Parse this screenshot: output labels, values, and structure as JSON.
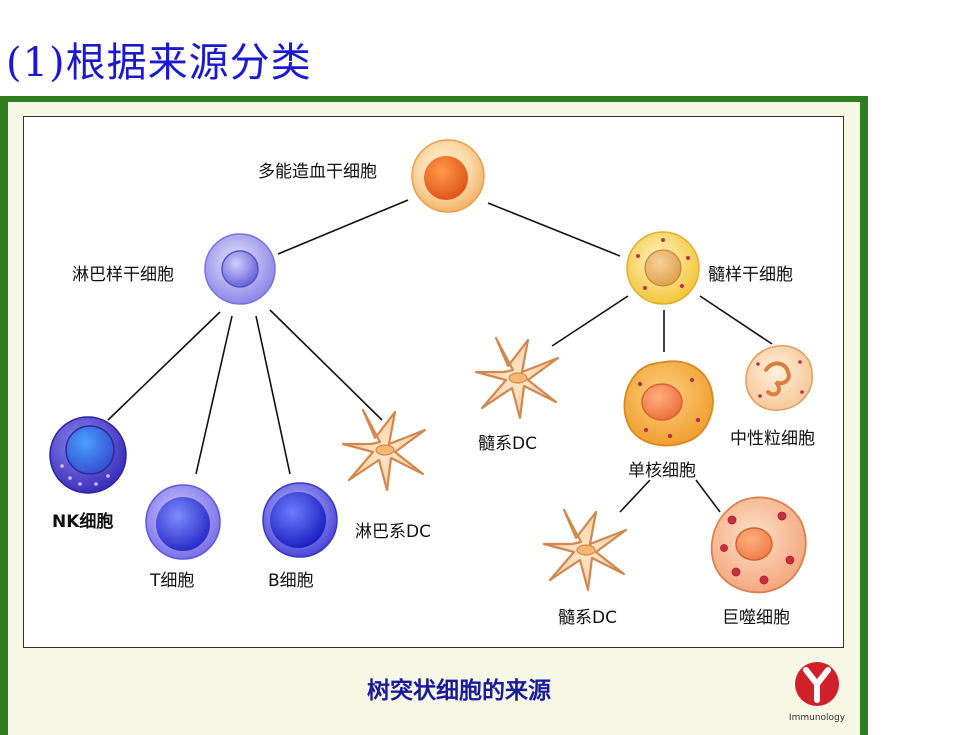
{
  "heading": "(1)根据来源分类",
  "caption": "树突状细胞的来源",
  "logo_text": "Immunology",
  "nodes": {
    "hsc": "多能造血干细胞",
    "lymphoid_stem": "淋巴样干细胞",
    "myeloid_stem": "髓样干细胞",
    "nk": "NK细胞",
    "t": "T细胞",
    "b": "B细胞",
    "lymphoid_dc": "淋巴系DC",
    "myeloid_dc_1": "髓系DC",
    "monocyte": "单核细胞",
    "neutrophil": "中性粒细胞",
    "myeloid_dc_2": "髓系DC",
    "macrophage": "巨噬细胞"
  },
  "colors": {
    "heading": "#1a1acc",
    "frame": "#2f7d1f",
    "caption": "#1a1a9a",
    "hsc": "#f08a3c",
    "lymphoid": "#5b5be0",
    "myeloid": "#f5c84a",
    "dc": "#f9d9b0",
    "logo": "#d0202a"
  }
}
